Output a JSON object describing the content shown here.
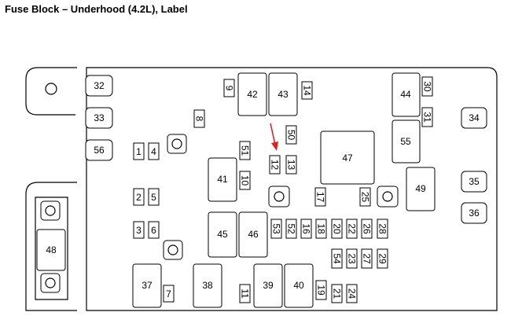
{
  "title": "Fuse Block – Underhood (4.2L), Label",
  "colors": {
    "line": "#000000",
    "arrow": "#e02020"
  },
  "fuses": {
    "f1": "1",
    "f2": "2",
    "f3": "3",
    "f4": "4",
    "f5": "5",
    "f6": "6",
    "f7": "7",
    "f8": "8",
    "f9": "9",
    "f10": "10",
    "f11": "11",
    "f12": "12",
    "f13": "13",
    "f14": "14",
    "f16": "16",
    "f17": "17",
    "f18": "18",
    "f19": "19",
    "f20": "20",
    "f21": "21",
    "f22": "22",
    "f23": "23",
    "f24": "24",
    "f25": "25",
    "f26": "26",
    "f27": "27",
    "f28": "28",
    "f29": "29",
    "f30": "30",
    "f31": "31",
    "f32": "32",
    "f33": "33",
    "f34": "34",
    "f35": "35",
    "f36": "36",
    "f37": "37",
    "f38": "38",
    "f39": "39",
    "f40": "40",
    "f41": "41",
    "f42": "42",
    "f43": "43",
    "f44": "44",
    "f45": "45",
    "f46": "46",
    "f47": "47",
    "f48": "48",
    "f49": "49",
    "f50": "50",
    "f51": "51",
    "f52": "52",
    "f53": "53",
    "f54": "54",
    "f55": "55",
    "f56": "56"
  }
}
